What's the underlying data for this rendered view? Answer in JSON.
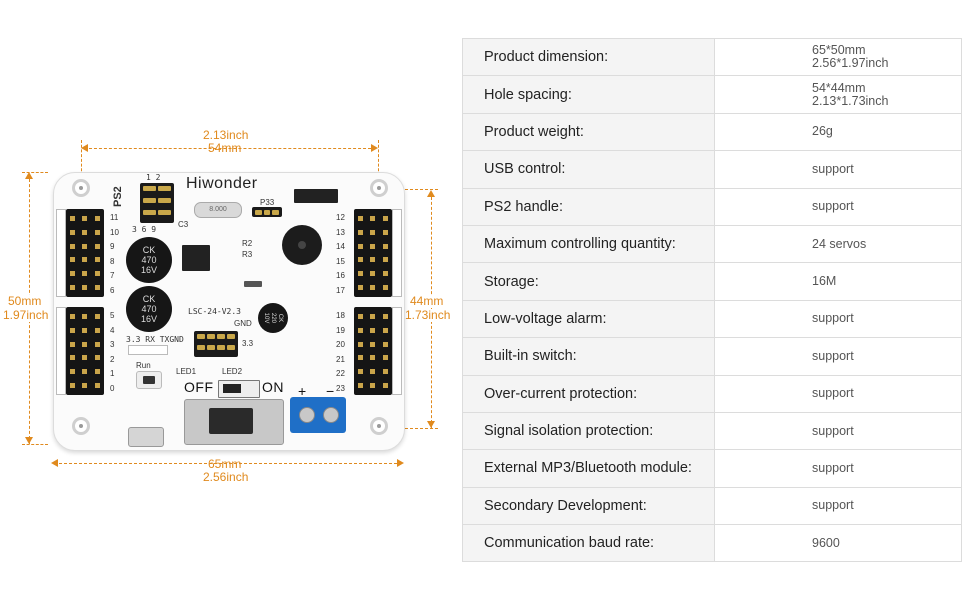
{
  "dimensions": {
    "top": {
      "inch": "2.13inch",
      "mm": "54mm"
    },
    "bottom": {
      "mm": "65mm",
      "inch": "2.56inch"
    },
    "left": {
      "mm": "50mm",
      "inch": "1.97inch"
    },
    "right": {
      "mm": "44mm",
      "inch": "1.73inch"
    }
  },
  "board": {
    "brand": "Hiwonder",
    "model": "LSC-24-V2.3",
    "ps2_label": "PS2",
    "cap_text": "CK\n470\n16V",
    "cap_small_text": "CK\n220\n10V",
    "p33_label": "P33",
    "c3_label": "C3",
    "r2_label": "R2",
    "r3_label": "R3",
    "serial_label": "3.3 RX TXGND",
    "gnd_label": "GND",
    "v33_label": "3.3",
    "run_label": "Run",
    "led1_label": "LED1",
    "led2_label": "LED2",
    "off_label": "OFF",
    "on_label": "ON",
    "plus_label": "+",
    "minus_label": "−",
    "left_numbers": [
      "11",
      "10",
      "9",
      "8",
      "7",
      "6",
      "5",
      "4",
      "3",
      "2",
      "1",
      "0"
    ],
    "right_numbers": [
      "12",
      "13",
      "14",
      "15",
      "16",
      "17",
      "18",
      "19",
      "20",
      "21",
      "22",
      "23"
    ],
    "pin_header_nums": "3  6  9",
    "pin_top_nums": "1  2",
    "crystal_text": "8.000"
  },
  "specs": [
    {
      "key": "Product dimension:",
      "value": [
        "65*50mm",
        "2.56*1.97inch"
      ]
    },
    {
      "key": "Hole spacing:",
      "value": [
        "54*44mm",
        "2.13*1.73inch"
      ]
    },
    {
      "key": "Product weight:",
      "value": [
        "26g"
      ]
    },
    {
      "key": "USB control:",
      "value": [
        "support"
      ]
    },
    {
      "key": "PS2 handle:",
      "value": [
        "support"
      ]
    },
    {
      "key": "Maximum controlling quantity:",
      "value": [
        "24 servos"
      ]
    },
    {
      "key": "Storage:",
      "value": [
        "16M"
      ]
    },
    {
      "key": "Low-voltage alarm:",
      "value": [
        "support"
      ]
    },
    {
      "key": "Built-in switch:",
      "value": [
        "support"
      ]
    },
    {
      "key": "Over-current protection:",
      "value": [
        "support"
      ]
    },
    {
      "key": "Signal isolation protection:",
      "value": [
        "support"
      ]
    },
    {
      "key": "External MP3/Bluetooth module:",
      "value": [
        "support"
      ]
    },
    {
      "key": "Secondary Development:",
      "value": [
        "support"
      ]
    },
    {
      "key": "Communication baud rate:",
      "value": [
        "9600"
      ]
    }
  ],
  "colors": {
    "accent": "#e08a1e",
    "terminal": "#1f6fc7",
    "row_key_bg": "#f4f4f4",
    "border": "#dcdcdc"
  }
}
